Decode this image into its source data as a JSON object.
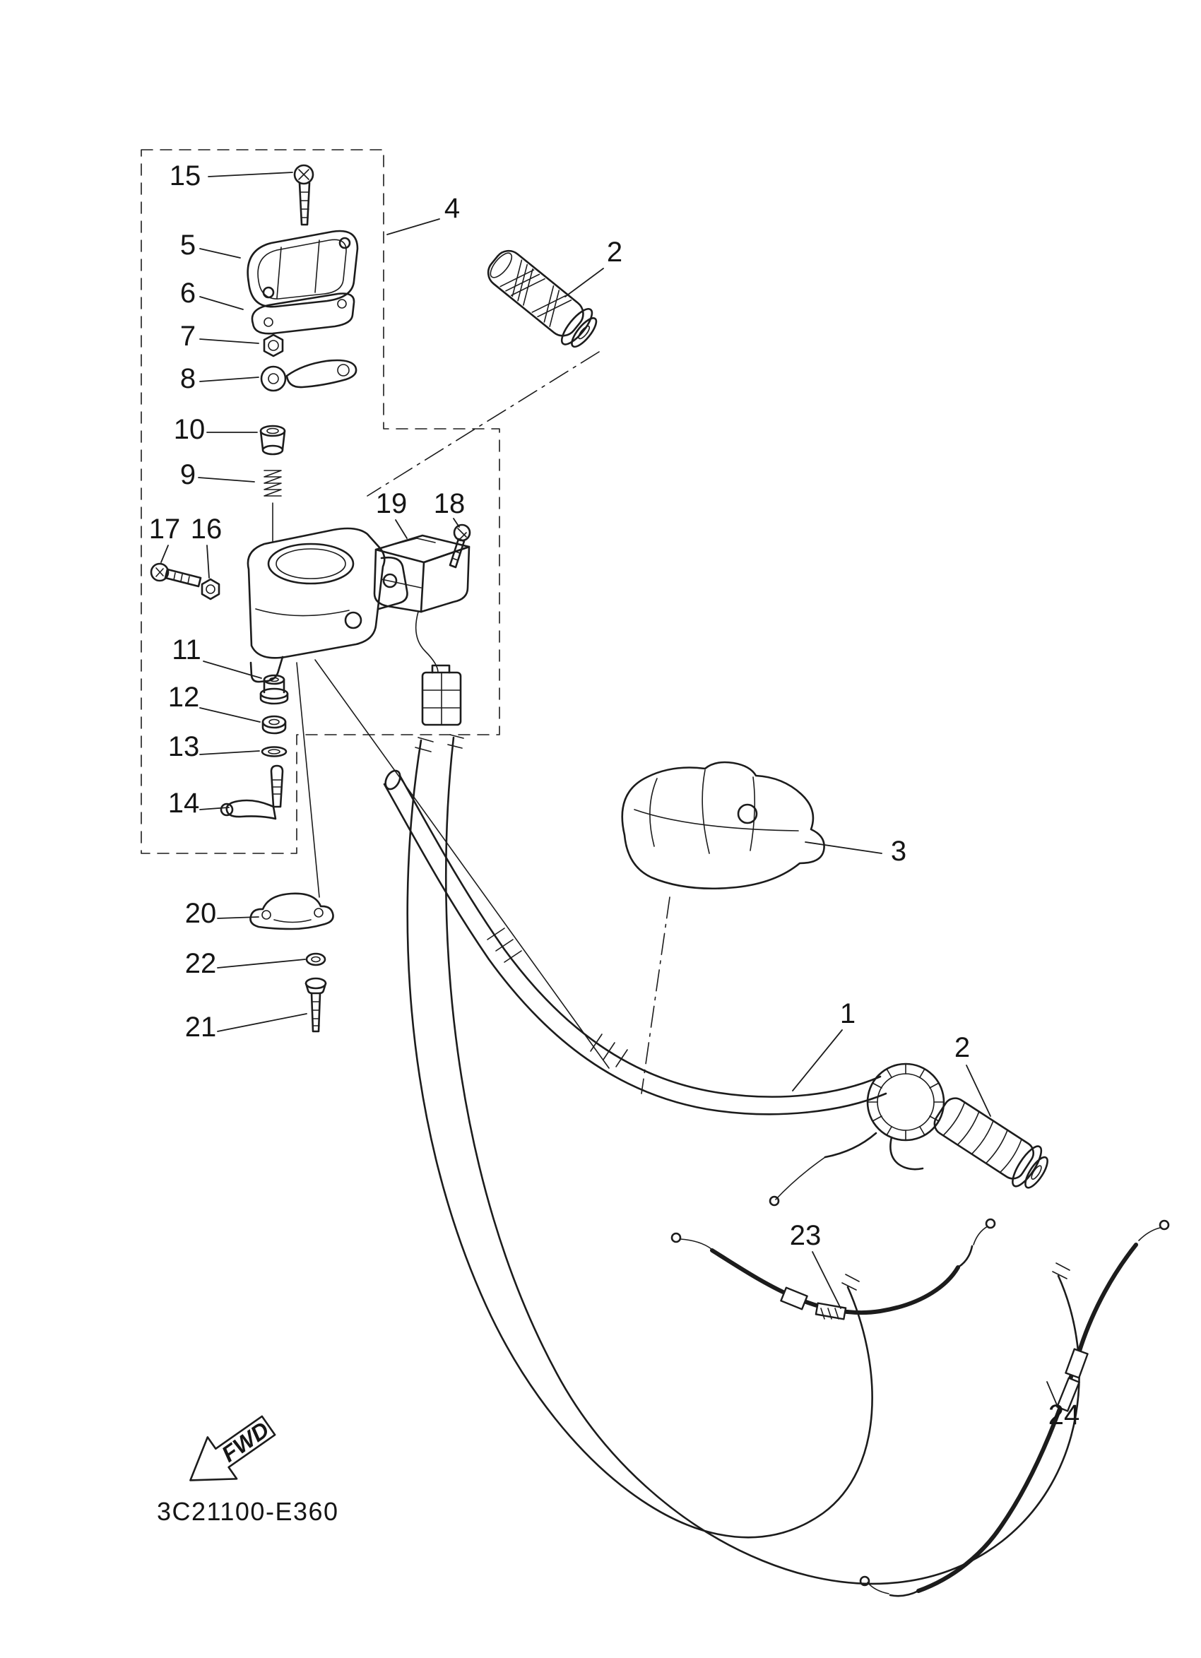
{
  "diagram": {
    "kind": "exploded-parts-diagram",
    "code": "3C21100-E360",
    "fwd_label": "FWD",
    "colors": {
      "background": "#ffffff",
      "line": "#1c1c1c"
    },
    "callouts": {
      "p1": "1",
      "p2_top": "2",
      "p2_bottom": "2",
      "p3": "3",
      "p4": "4",
      "p5": "5",
      "p6": "6",
      "p7": "7",
      "p8": "8",
      "p9": "9",
      "p10": "10",
      "p11": "11",
      "p12": "12",
      "p13": "13",
      "p14": "14",
      "p15": "15",
      "p16": "16",
      "p17": "17",
      "p18": "18",
      "p19": "19",
      "p20": "20",
      "p21": "21",
      "p22": "22",
      "p23": "23",
      "p24": "24"
    }
  }
}
